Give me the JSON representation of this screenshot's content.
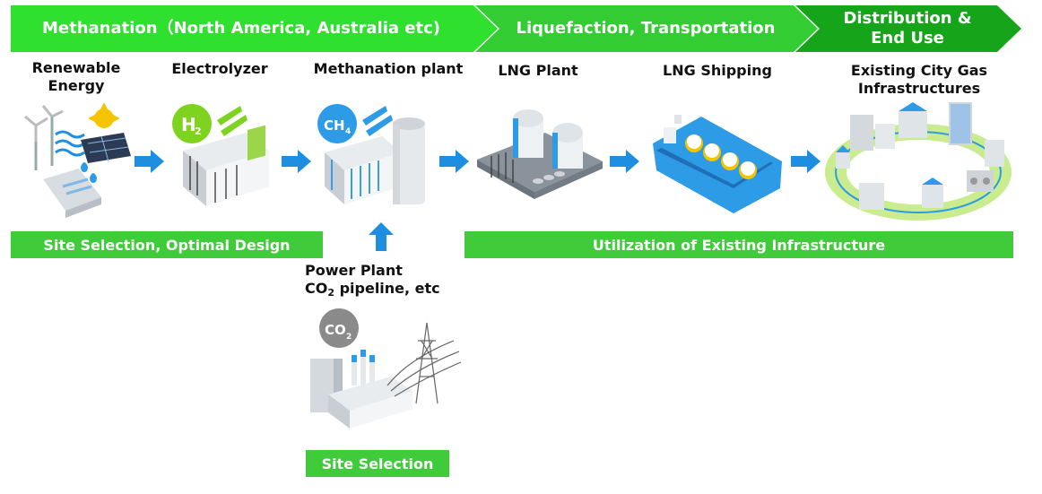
{
  "banners": {
    "methanation": "Methanation（North America, Australia etc)",
    "liquefaction": "Liquefaction, Transportation",
    "distribution_line1": "Distribution &",
    "distribution_line2": "End Use"
  },
  "steps": {
    "renewable_line1": "Renewable",
    "renewable_line2": "Energy",
    "electrolyzer": "Electrolyzer",
    "methanation_plant": "Methanation plant",
    "lng_plant": "LNG Plant",
    "lng_shipping": "LNG Shipping",
    "city_gas_line1": "Existing City Gas",
    "city_gas_line2": "Infrastructures",
    "power_plant_line1": "Power Plant",
    "power_plant_co2": "CO",
    "power_plant_sub": "2",
    "power_plant_rest": " pipeline, etc"
  },
  "badges": {
    "h2": "H",
    "h2_sub": "2",
    "ch4": "CH",
    "ch4_sub": "4",
    "co2": "CO",
    "co2_sub": "2"
  },
  "bars": {
    "site_selection_design": "Site Selection, Optimal Design",
    "existing_infrastructure": "Utilization of Existing Infrastructure",
    "site_selection": "Site Selection"
  },
  "colors": {
    "banner_light": "#2ee02e",
    "banner_mid": "#2fc82f",
    "banner_dark": "#17a51a",
    "bar_green": "#3fcb3a",
    "arrow_blue": "#1e8fe0",
    "badge_h2": "#7ed321",
    "badge_ch4": "#2e9be6",
    "badge_co2": "#8a8a8a"
  }
}
